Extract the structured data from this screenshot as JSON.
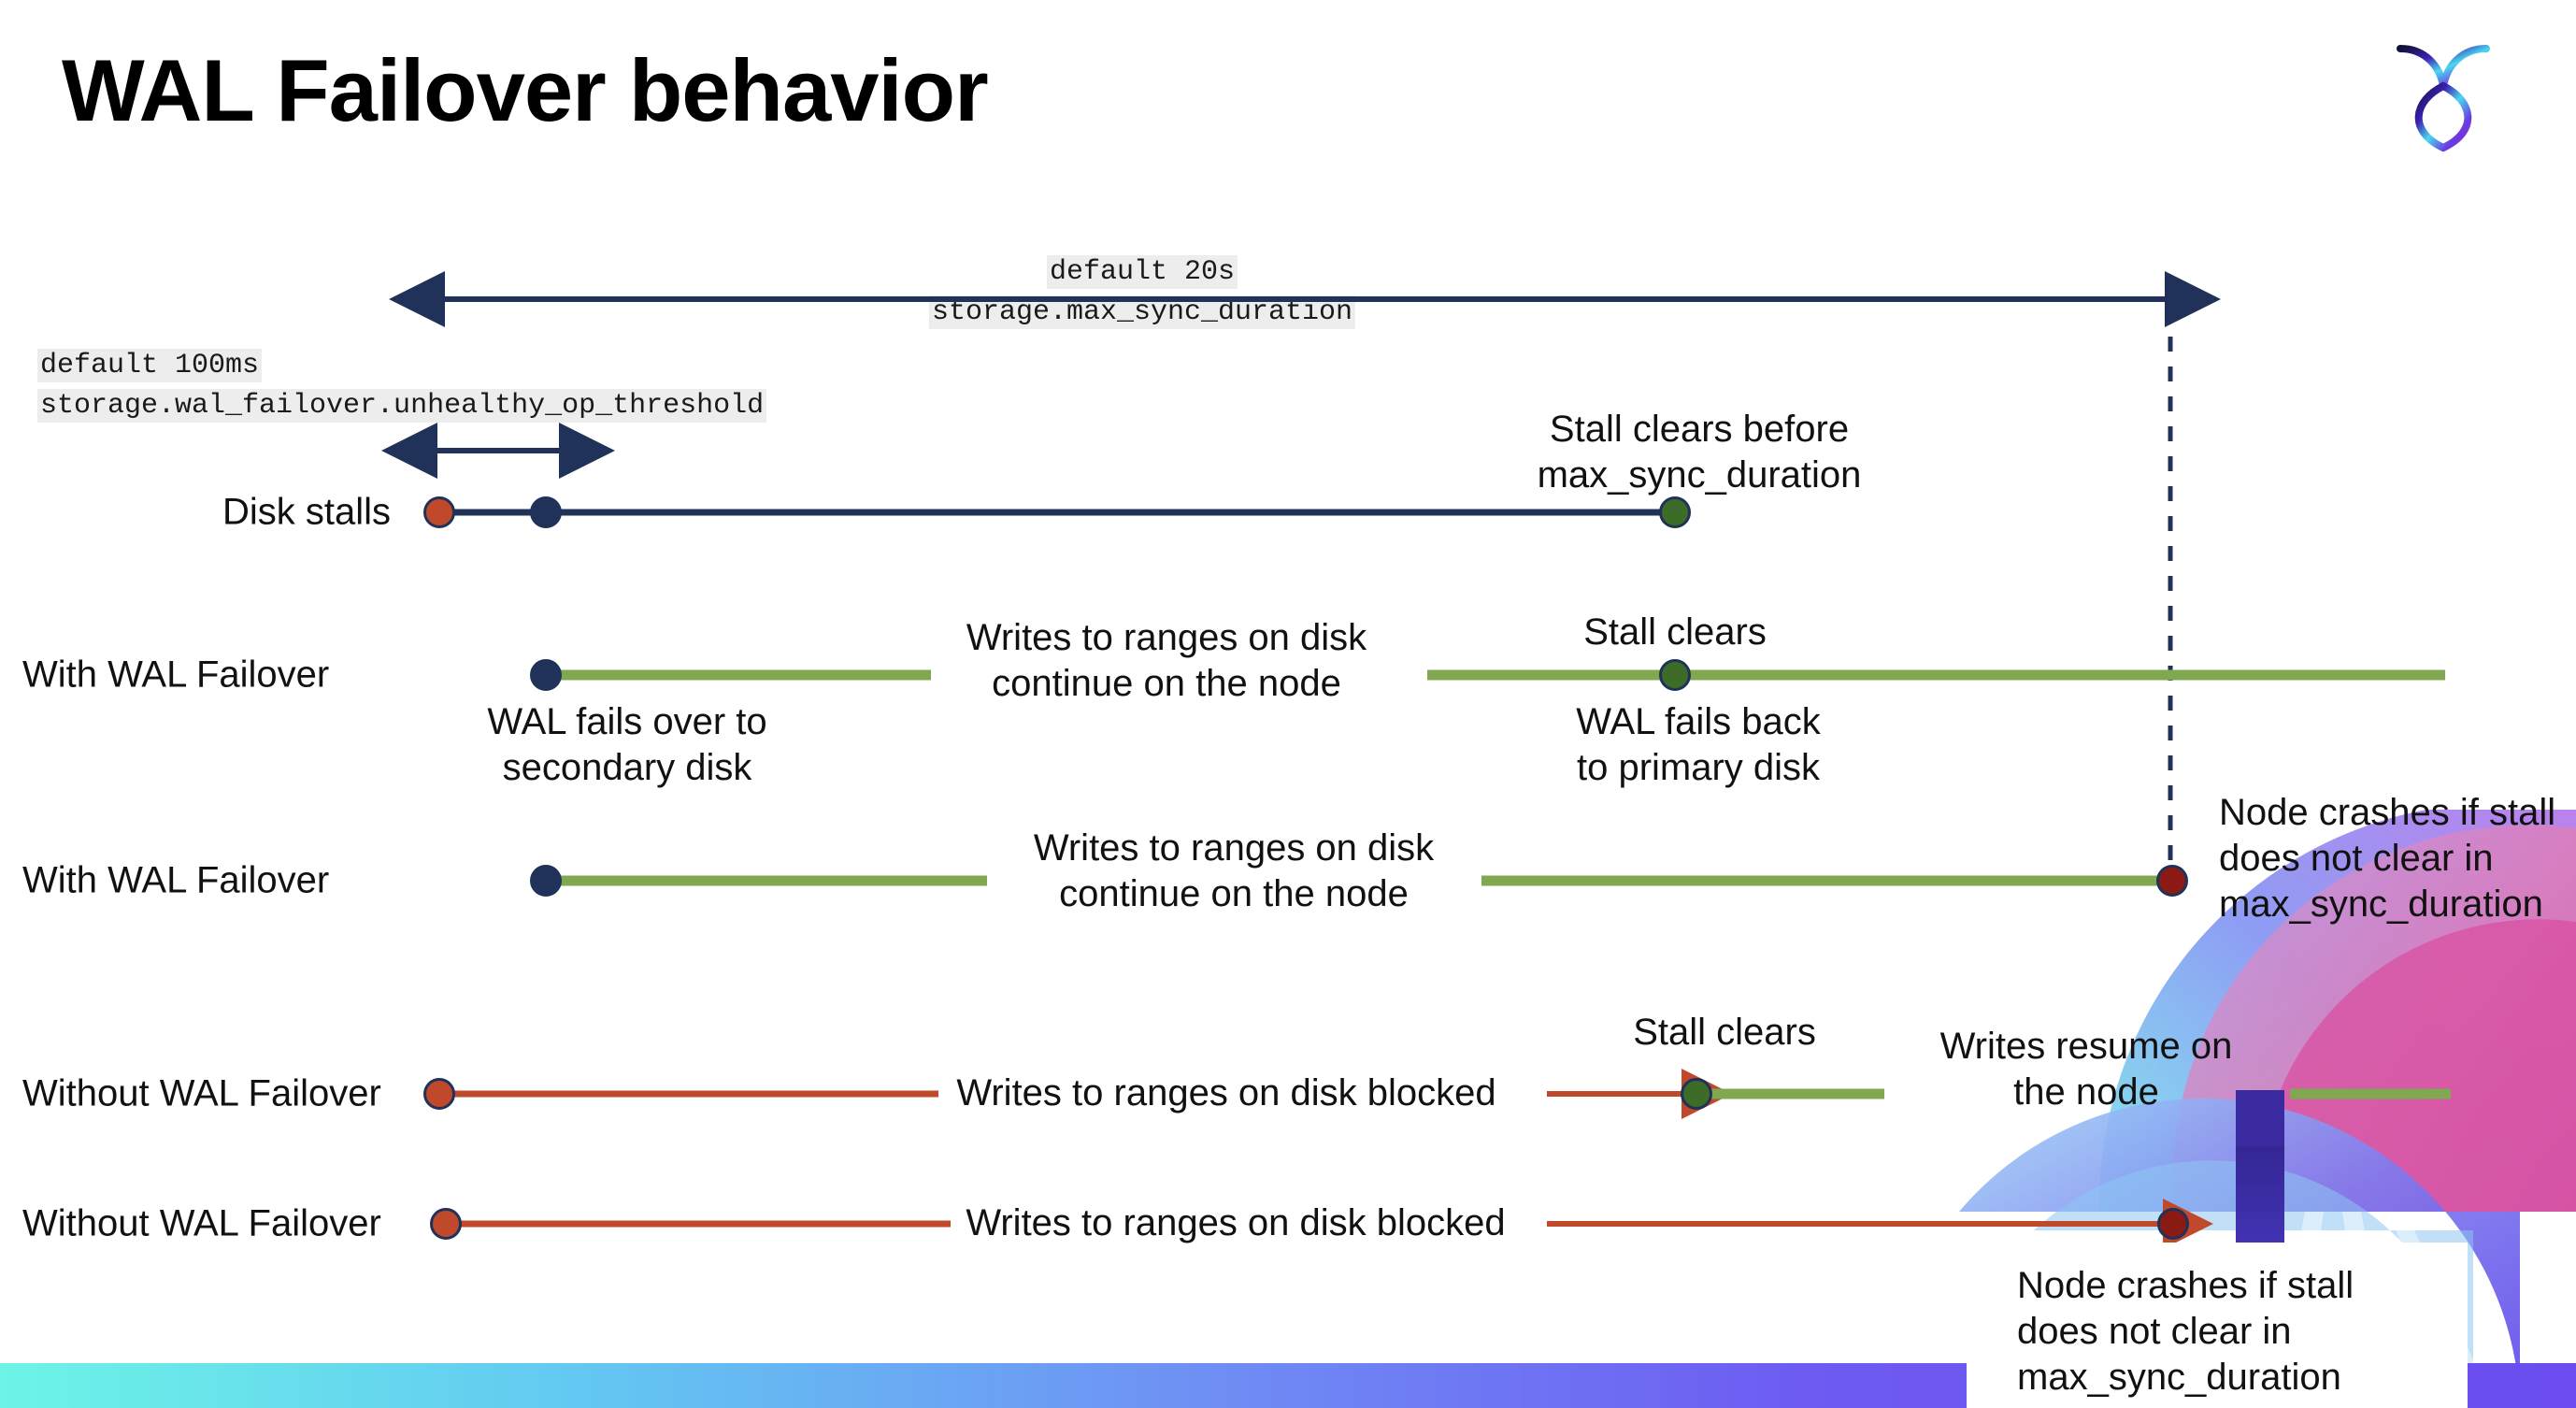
{
  "title": "WAL Failover behavior",
  "logo": {
    "name": "cockroachdb-logo"
  },
  "annotations": {
    "max_sync": {
      "line1": "default 20s",
      "line2": "storage.max_sync_duration"
    },
    "unhealthy": {
      "line1": "default 100ms",
      "line2": "storage.wal_failover.unhealthy_op_threshold"
    }
  },
  "rows": [
    {
      "label": "Disk stalls",
      "notes": [
        {
          "text": "Stall clears before\nmax_sync_duration"
        }
      ]
    },
    {
      "label": "With WAL Failover",
      "notes": [
        {
          "text": "Writes to ranges on disk\ncontinue on the node"
        },
        {
          "text": "WAL fails over to\nsecondary disk"
        },
        {
          "text": "Stall clears"
        },
        {
          "text": "WAL fails  back\nto primary disk"
        }
      ]
    },
    {
      "label": "With WAL Failover",
      "notes": [
        {
          "text": "Writes to ranges on disk\ncontinue on the node"
        },
        {
          "text": "Node crashes if stall\ndoes not clear in\nmax_sync_duration"
        }
      ]
    },
    {
      "label": "Without WAL Failover",
      "notes": [
        {
          "text": "Writes to ranges on disk  blocked"
        },
        {
          "text": "Stall clears"
        },
        {
          "text": "Writes resume on\nthe node"
        }
      ]
    },
    {
      "label": "Without WAL Failover",
      "notes": [
        {
          "text": "Writes to ranges on disk  blocked"
        },
        {
          "text": "Node crashes if stall\ndoes not clear in\nmax_sync_duration"
        }
      ]
    }
  ],
  "colors": {
    "navy": "#20325A",
    "green_line": "#7FA851",
    "green_dot": "#3D6B28",
    "red": "#C0492B",
    "dark_red": "#8B1A14",
    "code_bg": "#EDEDED"
  }
}
